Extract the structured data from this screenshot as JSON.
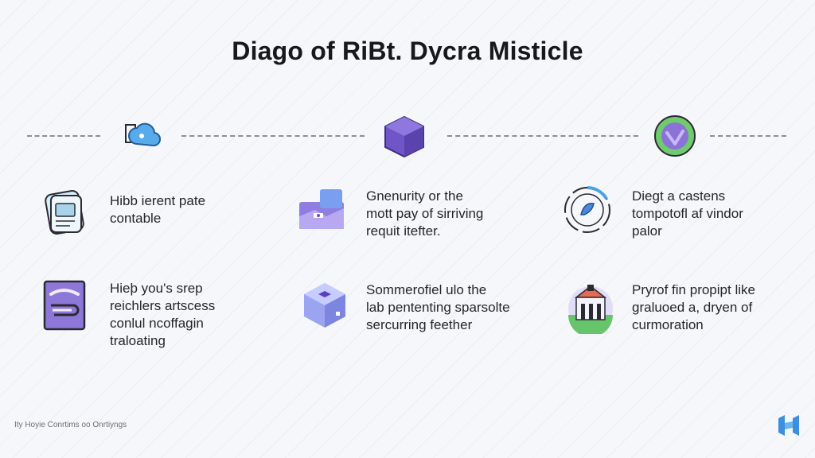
{
  "title": "Diago of RiBt. Dycra Misticle",
  "columns": [
    {
      "top_icon": "cloud-puzzle-icon",
      "items": [
        {
          "icon": "document-stack-icon",
          "text": "Hibb ierent pate\ncontable"
        },
        {
          "icon": "purple-document-icon",
          "text": "Hieþ you's srep\nreichlers artscess\nconlul ncoffagin\ntraloating"
        }
      ]
    },
    {
      "top_icon": "purple-cube-icon",
      "items": [
        {
          "icon": "purple-folder-icon",
          "text": "Gnenurity or the\nmott pay of sirriving\nrequit itefter."
        },
        {
          "icon": "isometric-box-icon",
          "text": "Sommerofiel ulo the\nlab pententing sparsolte\nsercurring feether"
        }
      ]
    },
    {
      "top_icon": "green-check-circle-icon",
      "items": [
        {
          "icon": "circular-progress-icon",
          "text": "Diegt a castens\ntompotofl af vindor\npalor"
        },
        {
          "icon": "building-icon",
          "text": "Pryrof fin propipt like\ngraluoed a, dryen of\ncurmoration"
        }
      ]
    }
  ],
  "footer": "Ity Hoyie Conrtims oo Onrtiyngs",
  "colors": {
    "accent": "#7b5fcf",
    "blue": "#4aa3e6",
    "green": "#66c46a",
    "dash": "#8a8f98"
  }
}
